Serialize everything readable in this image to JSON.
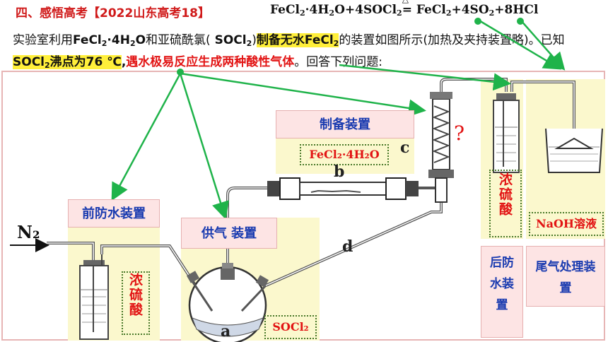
{
  "header": {
    "title": "四、感悟高考【2022山东高考18】",
    "equation": {
      "lhs": "FeCl",
      "lhs_sub": "2",
      "lhs_rest": "·4H",
      "lhs_sub2": "2",
      "lhs_rest2": "O+4SOCl",
      "lhs_sub3": "2",
      "condition": "△",
      "rhs": "= FeCl",
      "rhs_sub": "2",
      "rhs_rest": "+4SO",
      "rhs_sub2": "2",
      "rhs_rest2": "+8HCl"
    }
  },
  "question": {
    "p1": "实验室利用",
    "fe": "FeCl",
    "fe_sub": "2",
    "fe_rest": "·4H",
    "fe_sub2": "2",
    "fe_rest2": "O",
    "p2": "和亚硫酰氯(",
    "so": " SOCl",
    "so_sub": "2",
    "p3": ")",
    "goal": "制备无水",
    "goal_fe": "FeCl",
    "goal_sub": "2",
    "p4": "的装置如图所示(加热及夹持装置略)。已知 ",
    "bp": "SOCl",
    "bp_sub": "2",
    "bp_rest": "沸点为76 ℃",
    "comma": ",",
    "water": "遇水极易反应生成两种酸性气体",
    "p5": "。回答下列问题:"
  },
  "diagram": {
    "prep_label": "制备装置",
    "prep_reagent": "FeCl₂·4H₂O",
    "front_label": "前防水装置",
    "supply_label": "供气 装置",
    "front_reagent": "浓硫酸",
    "rear_reagent": "浓硫酸",
    "rear_label": "后防水装置",
    "tail_label": "尾气处理装置",
    "tail_reagent": "NaOH溶液",
    "flask_reagent": "SOCl₂",
    "gas_in": "N₂",
    "letter_a": "a",
    "letter_b": "b",
    "letter_c": "c",
    "letter_d": "d",
    "question_mark": "?"
  },
  "colors": {
    "title_red": "#d01a1a",
    "highlight": "#ffef3a",
    "arrow_green": "#1fb34a",
    "label_blue": "#1a3bb0"
  }
}
